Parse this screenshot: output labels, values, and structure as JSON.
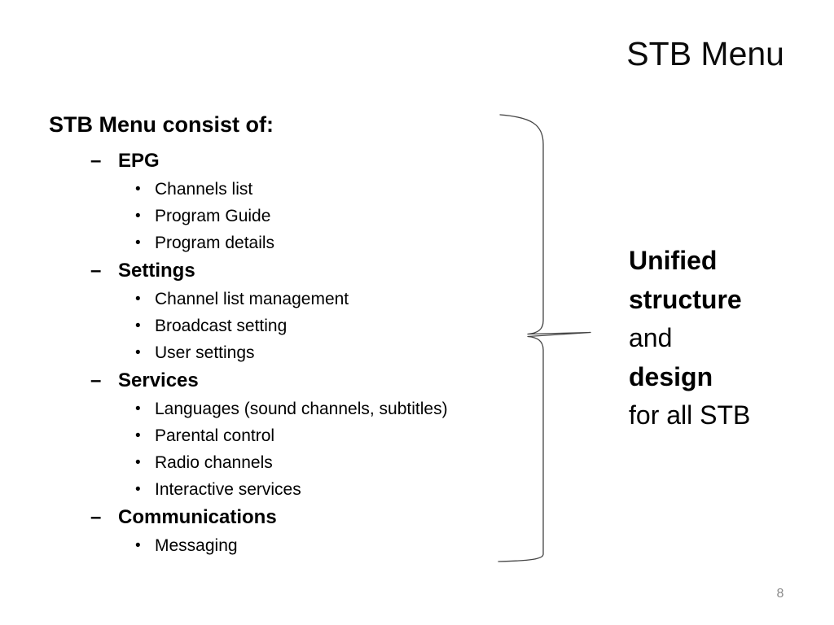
{
  "slide": {
    "title": "STB Menu",
    "content": {
      "heading": "STB Menu consist of:",
      "dash_marker": "–",
      "bullet_marker": "•",
      "sections": [
        {
          "label": "EPG",
          "items": [
            "Channels list",
            "Program Guide",
            "Program details"
          ]
        },
        {
          "label": "Settings",
          "items": [
            "Channel list management",
            "Broadcast setting",
            "User settings"
          ]
        },
        {
          "label": "Services",
          "items": [
            "Languages (sound channels, subtitles)",
            "Parental control",
            "Radio channels",
            "Interactive services"
          ]
        },
        {
          "label": "Communications",
          "items": [
            "Messaging"
          ]
        }
      ]
    },
    "callout": {
      "lines": [
        "Unified",
        "structure",
        "and",
        "design",
        "for all STB"
      ]
    },
    "page_number": "8",
    "colors": {
      "background": "#ffffff",
      "text": "#000000",
      "brace": "#454545",
      "page_number": "#8a8a8a"
    }
  }
}
